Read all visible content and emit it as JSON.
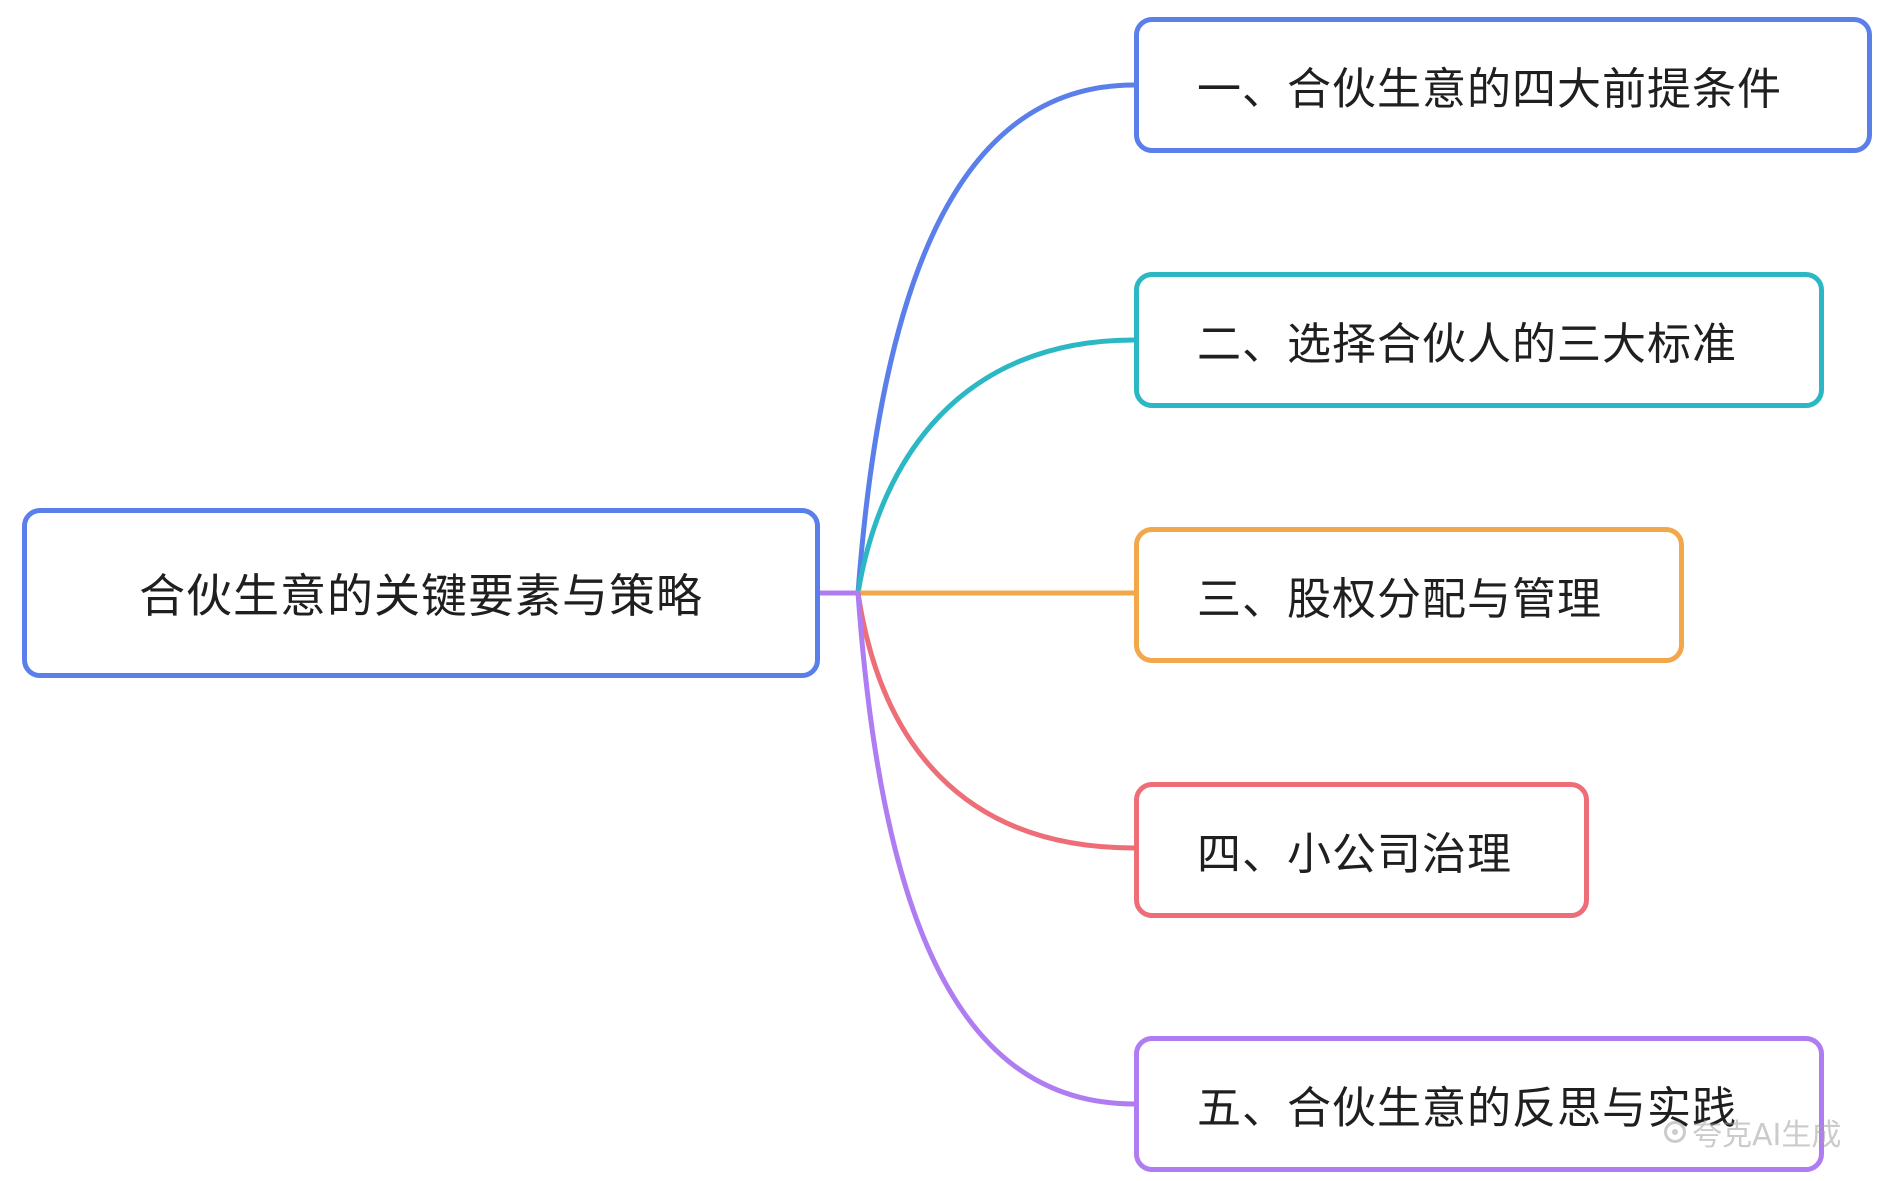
{
  "diagram": {
    "type": "mindmap",
    "root": {
      "label": "合伙生意的关键要素与策略",
      "color": "#5B7FEA"
    },
    "children": [
      {
        "label": "一、合伙生意的四大前提条件",
        "color": "#5B7FEA"
      },
      {
        "label": "二、选择合伙人的三大标准",
        "color": "#2BB8C4"
      },
      {
        "label": "三、股权分配与管理",
        "color": "#F2A74B"
      },
      {
        "label": "四、小公司治理",
        "color": "#EE6E78"
      },
      {
        "label": "五、合伙生意的反思与实践",
        "color": "#B07CF2"
      }
    ]
  },
  "watermark": {
    "text": "夸克AI生成"
  }
}
